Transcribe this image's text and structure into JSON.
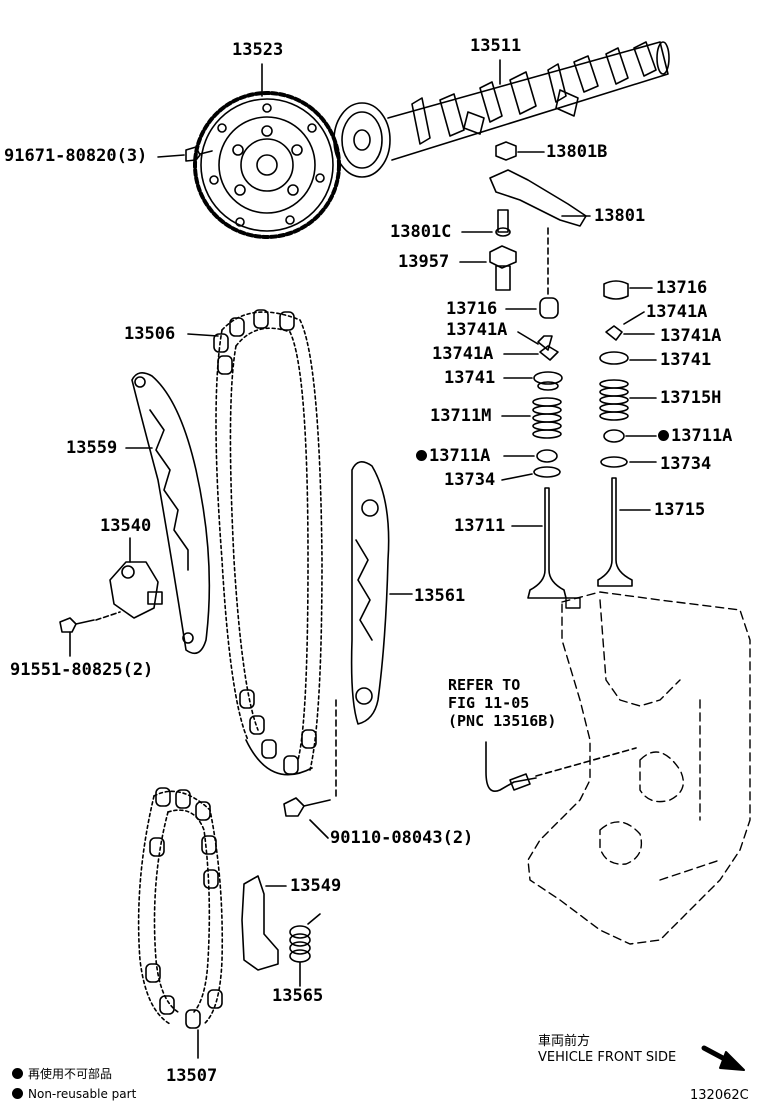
{
  "parts": {
    "p13523": "13523",
    "p13511": "13511",
    "p91671": "91671-80820(3)",
    "p13801B": "13801B",
    "p13801": "13801",
    "p13801C": "13801C",
    "p13957": "13957",
    "p13716_left": "13716",
    "p13716_right": "13716",
    "p13506": "13506",
    "p13741A_left1": "13741A",
    "p13741A_left2": "13741A",
    "p13741A_right1": "13741A",
    "p13741A_right2": "13741A",
    "p13741_left": "13741",
    "p13741_right": "13741",
    "p13559": "13559",
    "p13711M": "13711M",
    "p13715H": "13715H",
    "p13711A_left": "13711A",
    "p13711A_right": "13711A",
    "p13734_left": "13734",
    "p13734_right": "13734",
    "p13540": "13540",
    "p13711": "13711",
    "p13715": "13715",
    "p13561": "13561",
    "p91551": "91551-80825(2)",
    "p90110": "90110-08043(2)",
    "p13549": "13549",
    "p13565": "13565",
    "p13507": "13507"
  },
  "refer_note": {
    "line1": "REFER TO",
    "line2": "FIG 11-05",
    "line3": "(PNC 13516B)"
  },
  "direction": {
    "jp": "車両前方",
    "en": "VEHICLE FRONT SIDE"
  },
  "legend": {
    "jp": "再使用不可部品",
    "en": "Non-reusable part"
  },
  "figure_id": "132062C"
}
